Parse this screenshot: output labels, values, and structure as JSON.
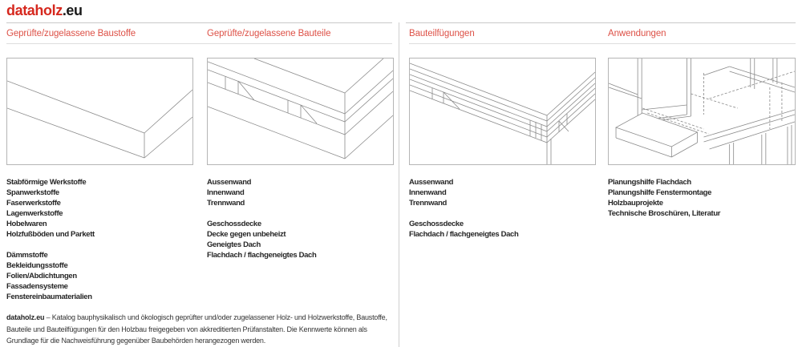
{
  "header": {
    "logo_primary": "dataholz",
    "logo_suffix": ".eu"
  },
  "columns": [
    {
      "title": "Geprüfte/zugelassene Baustoffe",
      "image": "timber-board-corner-line-drawing",
      "groups": [
        [
          "Stabförmige Werkstoffe",
          "Spanwerkstoffe",
          "Faserwerkstoffe",
          "Lagenwerkstoffe",
          "Hobelwaren",
          "Holzfußböden und Parkett"
        ],
        [
          "Dämmstoffe",
          "Bekleidungsstoffe",
          "Folien/Abdichtungen",
          "Fassadensysteme",
          "Fenstereinbaumaterialien"
        ]
      ]
    },
    {
      "title": "Geprüfte/zugelassene Bauteile",
      "image": "floor-assembly-line-drawing",
      "groups": [
        [
          "Aussenwand",
          "Innenwand",
          "Trennwand"
        ],
        [
          "Geschossdecke",
          "Decke gegen unbeheizt",
          "Geneigtes Dach",
          "Flachdach / flachgeneigtes Dach"
        ]
      ]
    },
    {
      "title": "Bauteilfügungen",
      "image": "component-junction-line-drawing",
      "groups": [
        [
          "Aussenwand",
          "Innenwand",
          "Trennwand"
        ],
        [
          "Geschossdecke",
          "Flachdach / flachgeneigtes Dach"
        ]
      ]
    },
    {
      "title": "Anwendungen",
      "image": "window-installation-axonometric-drawing",
      "groups": [
        [
          "Planungshilfe Flachdach",
          "Planungshilfe Fenstermontage",
          "Holzbauprojekte",
          "Technische Broschüren, Literatur"
        ]
      ]
    }
  ],
  "footer": {
    "brand": "dataholz.eu",
    "text": " – Katalog bauphysikalisch und ökologisch geprüfter und/oder zugelassener Holz- und Holzwerkstoffe, Baustoffe, Bauteile und Bauteilfügungen für den Holzbau freigegeben von akkreditierten Prüfanstalten. Die Kennwerte können als Grundlage für die Nachweisführung gegenüber Baubehörden herangezogen werden."
  },
  "colors": {
    "brand_red": "#d6281e",
    "heading_red": "#dd5147",
    "text_dark": "#262626",
    "drawing_line": "#8a8a8a",
    "box_border": "#b5b5b5",
    "rule_gray": "#c9c9c9",
    "divider_gray": "#cfcfcf"
  }
}
